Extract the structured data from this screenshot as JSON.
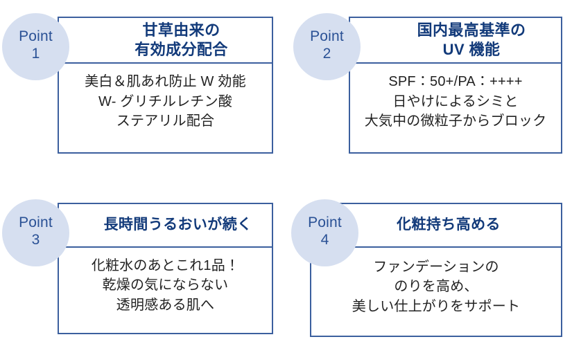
{
  "theme": {
    "background": "#ffffff",
    "card_border": "#3b5f9e",
    "badge_fill": "#d6dff0",
    "badge_text": "#2a5195",
    "title_text": "#123a7a",
    "body_text": "#222222"
  },
  "badge_word": "Point",
  "cards": [
    {
      "badge_number": "1",
      "title": "甘草由来の\n有効成分配合",
      "body": "美白＆肌あれ防止 W 効能\nW- グリチルレチン酸\nステアリル配合"
    },
    {
      "badge_number": "2",
      "title": "国内最高基準の\nUV 機能",
      "body": "SPF：50+/PA：++++\n日やけによるシミと\n大気中の微粒子からブロック"
    },
    {
      "badge_number": "3",
      "title": "長時間うるおいが続く",
      "body": "化粧水のあとこれ1品！\n乾燥の気にならない\n透明感ある肌へ"
    },
    {
      "badge_number": "4",
      "title": "化粧持ち高める",
      "body": "ファンデーションの\nのりを高め、\n美しい仕上がりをサポート"
    }
  ]
}
